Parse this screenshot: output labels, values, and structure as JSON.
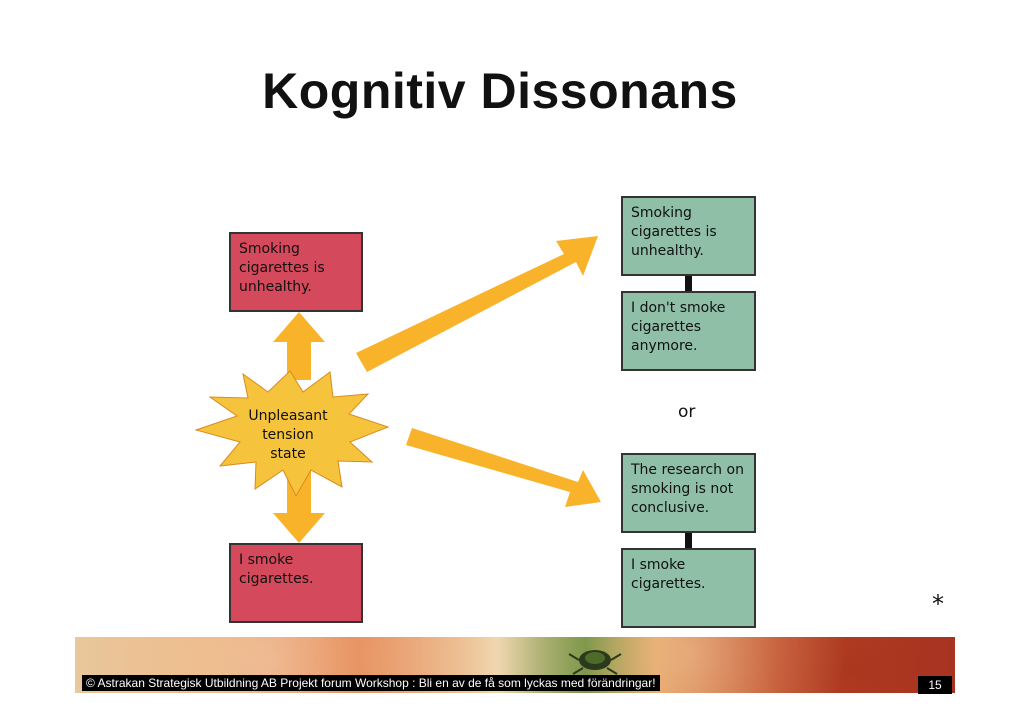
{
  "title": "Kognitiv Dissonans",
  "left_boxes": {
    "top": "Smoking\ncigarettes is\nunhealthy.",
    "bottom": "I smoke\ncigarettes."
  },
  "center": "Unpleasant\ntension\nstate",
  "right_upper": {
    "top": "Smoking\ncigarettes is\nunhealthy.",
    "bottom": "I don't smoke\ncigarettes\nanymore."
  },
  "or_label": "or",
  "right_lower": {
    "top": "The research on\nsmoking is not\nconclusive.",
    "bottom": "I smoke\ncigarettes."
  },
  "asterisk": "*",
  "footer": {
    "text": "© Astrakan Strategisk Utbildning AB Projekt forum Workshop : Bli en av de få som lyckas med förändringar!",
    "page_number": "15"
  },
  "colors": {
    "red_box": "#d4495c",
    "green_box": "#8fbfa7",
    "arrow": "#f8b32a",
    "star": "#f6c43c"
  }
}
